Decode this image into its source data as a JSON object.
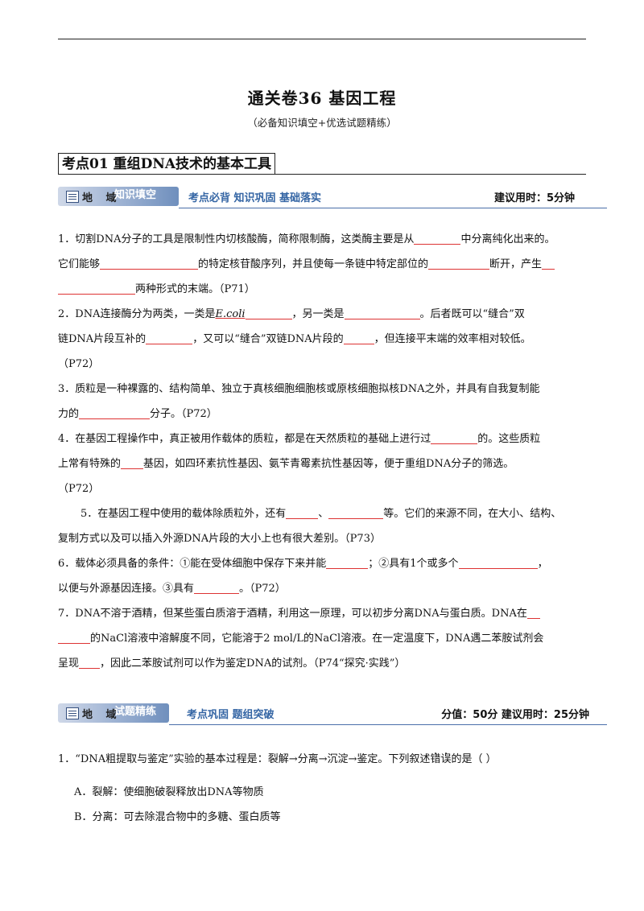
{
  "header": {
    "title": "通关卷36  基因工程",
    "subtitle": "（必备知识填空+优选试题精练）"
  },
  "section": {
    "title": "考点01    重组DNA技术的基本工具"
  },
  "banner1": {
    "zone": "地 域",
    "label": "知识填空",
    "slogan": "考点必背  知识巩固  基础落实",
    "time": "建议用时：5分钟"
  },
  "banner2": {
    "zone": "地 域",
    "label": "试题精练",
    "slogan": "考点巩固  题组突破",
    "time": "分值：50分    建议用时：25分钟"
  },
  "fill": {
    "q1a": "1．切割DNA分子的工具是限制性内切核酸酶，简称限制酶，这类酶主要是从",
    "q1b": "中分离纯化出来的。",
    "q1c": "它们能够",
    "q1d": "的特定核苷酸序列，并且使每一条链中特定部位的",
    "q1e": "断开，产生",
    "q1f": "两种形式的末端。（P71）",
    "q2a": "2．DNA连接酶分为两类，一类是",
    "q2ecoli": "E.coli",
    "q2b": "，另一类是",
    "q2c": "。后者既可以“缝合”双",
    "q2d": "链DNA片段互补的",
    "q2e": "，又可以“缝合”双链DNA片段的",
    "q2f": "，但连接平末端的效率相对较低。",
    "q2g": "（P72）",
    "q3a": "3．质粒是一种裸露的、结构简单、独立于真核细胞细胞核或原核细胞拟核DNA之外，并具有自我复制能",
    "q3b": "力的",
    "q3c": "分子。（P72）",
    "q4a": "4．在基因工程操作中，真正被用作载体的质粒，都是在天然质粒的基础上进行过",
    "q4b": "的。这些质粒",
    "q4c": "上常有特殊的",
    "q4d": "基因，如四环素抗性基因、氨苄青霉素抗性基因等，便于重组DNA分子的筛选。",
    "q4e": "（P72）",
    "q5a": "5．在基因工程中使用的载体除质粒外，还有",
    "q5b": "、",
    "q5c": "等。它们的来源不同，在大小、结构、",
    "q5d": "复制方式以及可以插入外源DNA片段的大小上也有很大差别。（P73）",
    "q6a": "6．载体必须具备的条件：①能在受体细胞中保存下来并能",
    "q6b": "；②具有1个或多个",
    "q6c": "，",
    "q6d": "以便与外源基因连接。③具有",
    "q6e": "。（P72）",
    "q7a": "7．DNA不溶于酒精，但某些蛋白质溶于酒精，利用这一原理，可以初步分离DNA与蛋白质。DNA在",
    "q7b": "的NaCl溶液中溶解度不同，它能溶于2 mol/L的NaCl溶液。在一定温度下，DNA遇二苯胺试剂会",
    "q7c": "呈现",
    "q7d": "，因此二苯胺试剂可以作为鉴定DNA的试剂。（P74“探究·实践”）"
  },
  "question1": {
    "stem_a": "1．“DNA粗提取与鉴定”实验的基本过程是：裂解→分离→沉淀→鉴定。下列叙述",
    "stem_dot1": "错",
    "stem_dot2": "误",
    "stem_b": "的是（    ）",
    "optA": "A．裂解：使细胞破裂释放出DNA等物质",
    "optB": "B．分离：可去除混合物中的多糖、蛋白质等"
  }
}
